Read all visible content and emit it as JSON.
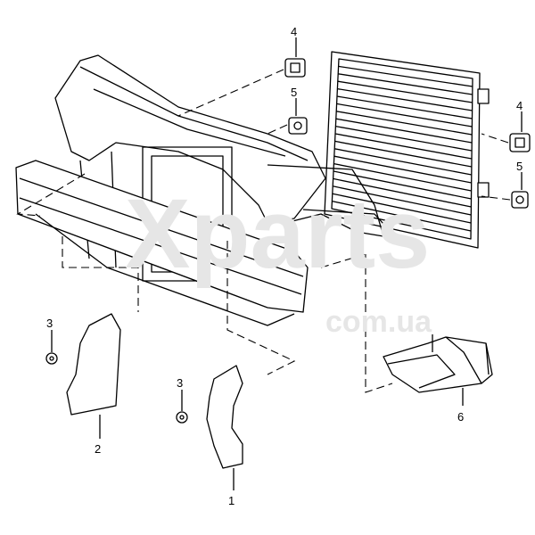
{
  "watermark": {
    "brand": "Xparts",
    "domain": "com.ua"
  },
  "callouts": [
    {
      "id": "4",
      "part": "upper-mount-left"
    },
    {
      "id": "5",
      "part": "lower-mount-left"
    },
    {
      "id": "4",
      "part": "upper-mount-right"
    },
    {
      "id": "5",
      "part": "lower-mount-right"
    },
    {
      "id": "3",
      "part": "clip-left"
    },
    {
      "id": "2",
      "part": "air-deflector-left"
    },
    {
      "id": "3",
      "part": "clip-center"
    },
    {
      "id": "1",
      "part": "air-deflector-right"
    },
    {
      "id": "6",
      "part": "air-duct"
    }
  ]
}
